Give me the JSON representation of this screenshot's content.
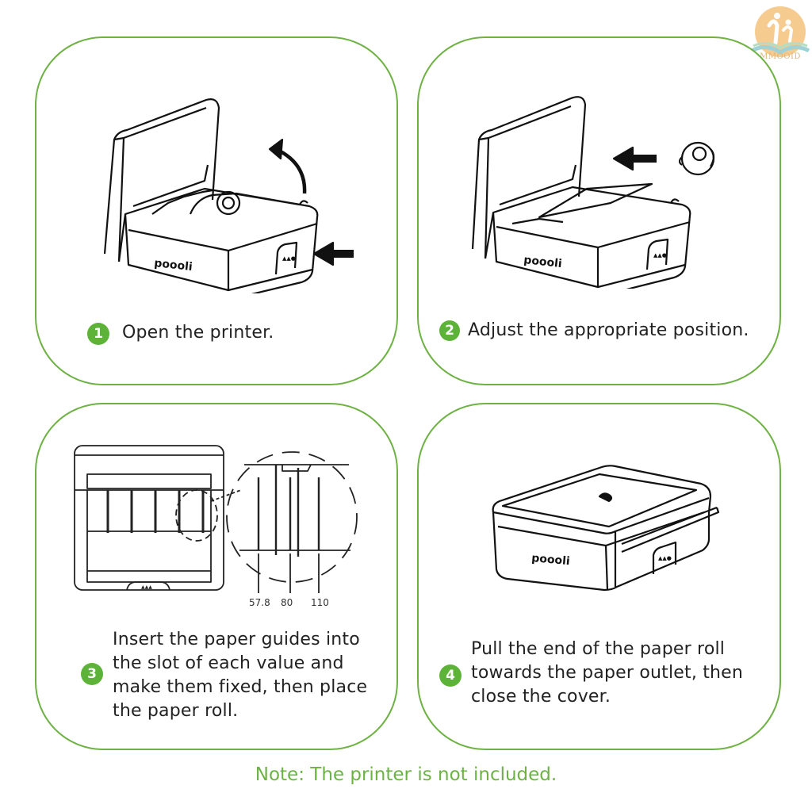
{
  "brand_logo": {
    "text": "MMOOID",
    "colors": {
      "sun": "#f5c27c",
      "book": "#9ed2d6",
      "figures": "#ffffff"
    }
  },
  "accent_color": "#6fb244",
  "badge_color": "#5cb338",
  "steps": [
    {
      "number": "1",
      "text": "Open the printer.",
      "illustration": "printer-open-lid-arrow-icon",
      "device_label": "poooli"
    },
    {
      "number": "2",
      "text": "Adjust the appropriate position.",
      "illustration": "printer-insert-paper-roll-icon",
      "device_label": "poooli"
    },
    {
      "number": "3",
      "lines": [
        "Insert the paper guides into",
        "the slot of each value and",
        "make them fixed, then place",
        "the paper roll."
      ],
      "illustration": "paper-guide-slots-icon",
      "guide_values": [
        "57.8",
        "80",
        "110"
      ]
    },
    {
      "number": "4",
      "lines": [
        "Pull the end of the paper roll",
        "towards the paper outlet, then",
        "close the cover."
      ],
      "illustration": "printer-closed-icon",
      "device_label": "poooli"
    }
  ],
  "note": "Note: The printer is not included."
}
